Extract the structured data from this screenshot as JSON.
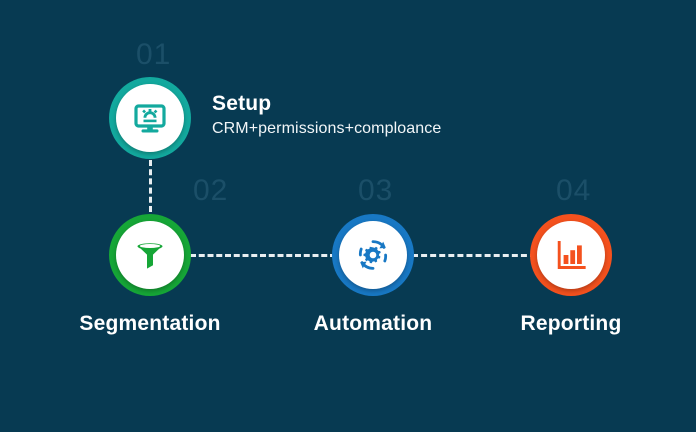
{
  "theme": {
    "background": "#073a52",
    "number_color": "#1b4f68",
    "connector_color": "#e8eef1",
    "text_color": "#ffffff"
  },
  "steps": [
    {
      "number": "01",
      "title": "Setup",
      "subtitle": "CRM+permissions+comploance",
      "icon": "monitor-gear-icon",
      "color": "#13a99e",
      "label_position": "right"
    },
    {
      "number": "02",
      "title": "Segmentation",
      "subtitle": "",
      "icon": "funnel-icon",
      "color": "#16a637",
      "label_position": "below"
    },
    {
      "number": "03",
      "title": "Automation",
      "subtitle": "",
      "icon": "gear-refresh-icon",
      "color": "#1878c4",
      "label_position": "below"
    },
    {
      "number": "04",
      "title": "Reporting",
      "subtitle": "",
      "icon": "bar-chart-icon",
      "color": "#f4511e",
      "label_position": "below"
    }
  ]
}
